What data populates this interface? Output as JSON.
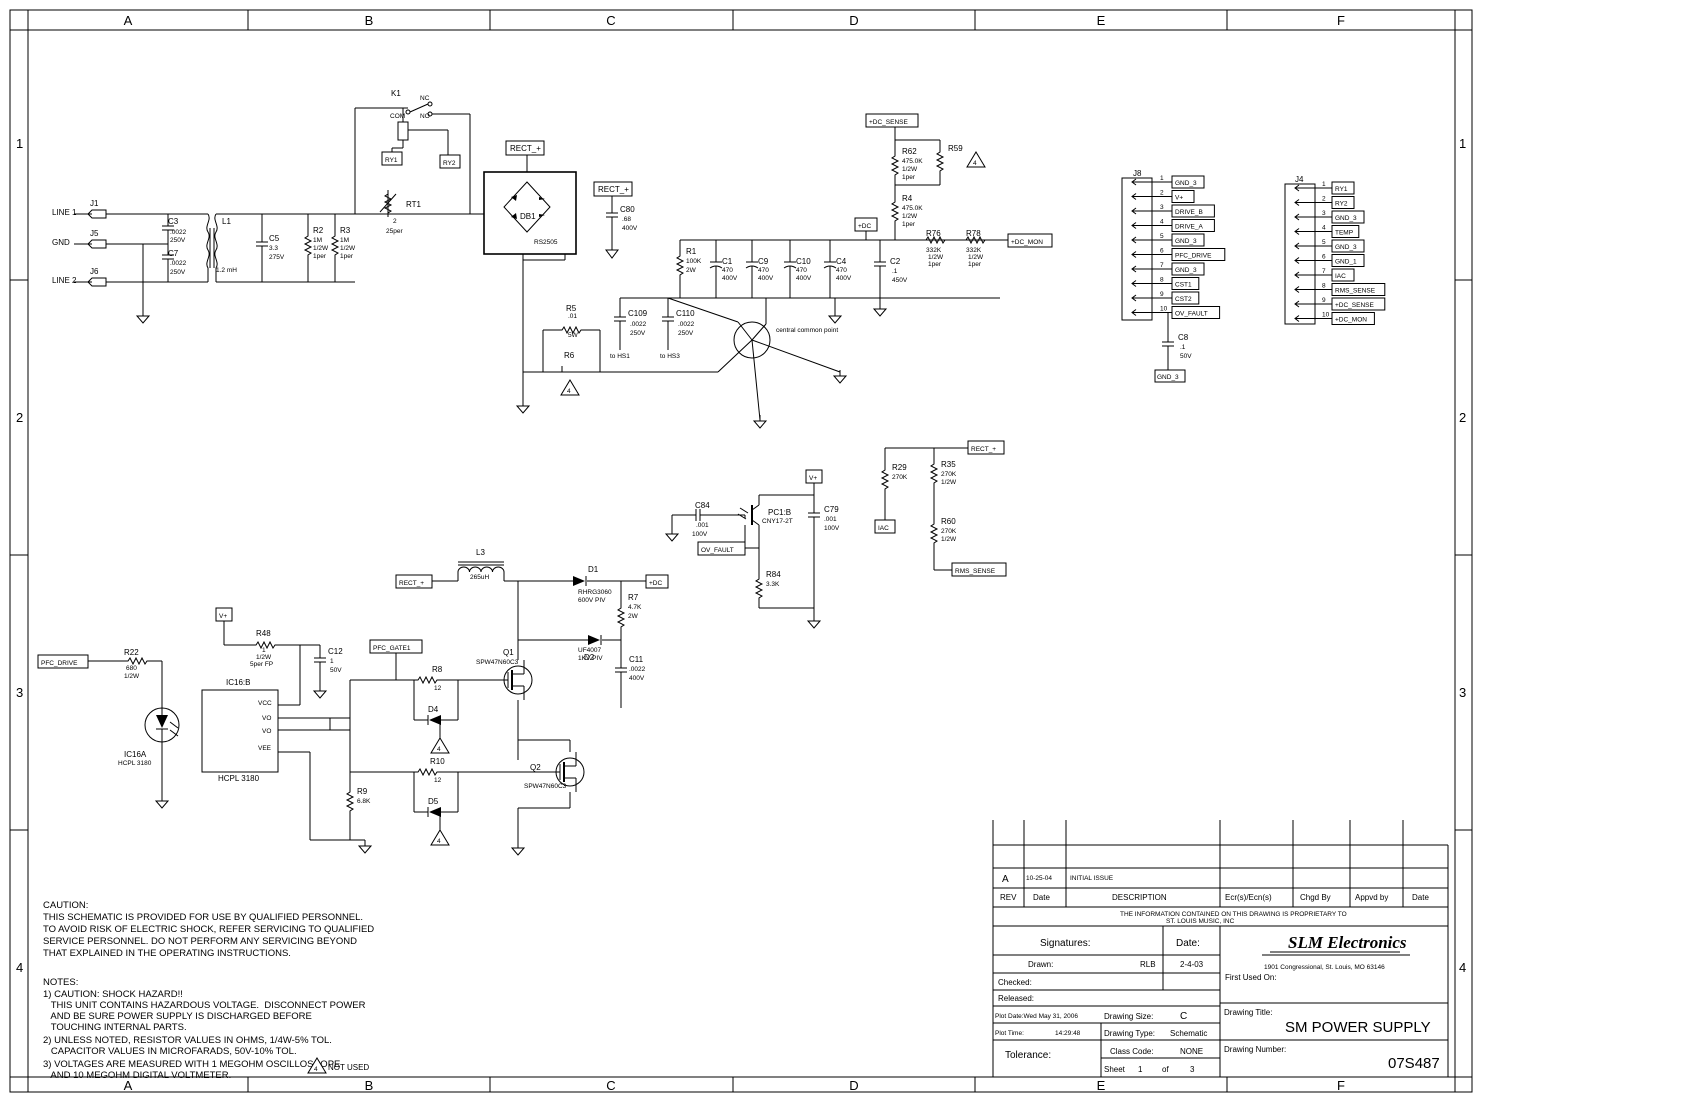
{
  "zones": {
    "cols": [
      "A",
      "B",
      "C",
      "D",
      "E",
      "F"
    ],
    "rows": [
      "1",
      "2",
      "3",
      "4"
    ]
  },
  "nets": {
    "rect_plus": "RECT_+",
    "dc_sense": "+DC_SENSE",
    "plus_dc": "+DC",
    "dc_mon": "+DC_MON",
    "v_plus": "V+",
    "ov_fault": "OV_FAULT",
    "pfc_drive": "PFC_DRIVE",
    "pfc_gate1": "PFC_GATE1",
    "iac": "IAC",
    "rms_sense": "RMS_SENSE",
    "ry1": "RY1",
    "ry2": "RY2",
    "gnd3": "GND_3"
  },
  "inputs": {
    "line1": "LINE 1",
    "gnd": "GND",
    "line2": "LINE 2"
  },
  "components": {
    "J1": {
      "ref": "J1"
    },
    "J5": {
      "ref": "J5"
    },
    "J6": {
      "ref": "J6"
    },
    "K1": {
      "ref": "K1",
      "nc": "NC",
      "com": "COM",
      "no": "NO"
    },
    "C3": {
      "ref": "C3",
      "v1": ".0022",
      "v2": "250V"
    },
    "C7": {
      "ref": "C7",
      "v1": ".0022",
      "v2": "250V"
    },
    "L1": {
      "ref": "L1",
      "v1": "1.2 mH"
    },
    "C5": {
      "ref": "C5",
      "v1": "3.3",
      "v2": "275V"
    },
    "R2": {
      "ref": "R2",
      "v1": "1M",
      "v2": "1/2W",
      "v3": "1per"
    },
    "R3": {
      "ref": "R3",
      "v1": "1M",
      "v2": "1/2W",
      "v3": "1per"
    },
    "RT1": {
      "ref": "RT1",
      "v1": "2",
      "v2": "25per"
    },
    "DB1": {
      "ref": "DB1",
      "v1": "RS2505"
    },
    "C80": {
      "ref": "C80",
      "v1": ".68",
      "v2": "400V"
    },
    "R5": {
      "ref": "R5",
      "v1": ".01",
      "v2": "5W"
    },
    "R6": {
      "ref": "R6"
    },
    "C109": {
      "ref": "C109",
      "v1": ".0022",
      "v2": "250V",
      "v3": "to HS1"
    },
    "C110": {
      "ref": "C110",
      "v1": ".0022",
      "v2": "250V",
      "v3": "to HS3"
    },
    "R1": {
      "ref": "R1",
      "v1": "100K",
      "v2": "2W"
    },
    "C1": {
      "ref": "C1",
      "v1": "470",
      "v2": "400V"
    },
    "C9": {
      "ref": "C9",
      "v1": "470",
      "v2": "400V"
    },
    "C10": {
      "ref": "C10",
      "v1": "470",
      "v2": "400V"
    },
    "C4": {
      "ref": "C4",
      "v1": "470",
      "v2": "400V"
    },
    "C2": {
      "ref": "C2",
      "v1": ".1",
      "v2": "450V"
    },
    "R62": {
      "ref": "R62",
      "v1": "475.0K",
      "v2": "1/2W",
      "v3": "1per"
    },
    "R59": {
      "ref": "R59"
    },
    "R4": {
      "ref": "R4",
      "v1": "475.0K",
      "v2": "1/2W",
      "v3": "1per"
    },
    "R76": {
      "ref": "R76",
      "v1": "332K",
      "v2": "1/2W",
      "v3": "1per"
    },
    "R78": {
      "ref": "R78",
      "v1": "332K",
      "v2": "1/2W",
      "v3": "1per"
    },
    "central": "central common point",
    "J8": {
      "ref": "J8"
    },
    "C8": {
      "ref": "C8",
      "v1": ".1",
      "v2": "50V"
    },
    "J4": {
      "ref": "J4"
    },
    "R29": {
      "ref": "R29",
      "v1": "270K"
    },
    "R35": {
      "ref": "R35",
      "v1": "270K",
      "v2": "1/2W"
    },
    "R60": {
      "ref": "R60",
      "v1": "270K",
      "v2": "1/2W"
    },
    "C84": {
      "ref": "C84",
      "v1": ".001",
      "v2": "100V"
    },
    "PC1": {
      "ref": "PC1:B",
      "v1": "CNY17-2T"
    },
    "C79": {
      "ref": "C79",
      "v1": ".001",
      "v2": "100V"
    },
    "R84": {
      "ref": "R84",
      "v1": "3.3K"
    },
    "L3": {
      "ref": "L3",
      "v1": "265uH"
    },
    "D1": {
      "ref": "D1",
      "v1": "RHRG3060",
      "v2": "600V PIV"
    },
    "R7": {
      "ref": "R7",
      "v1": "4.7K",
      "v2": "2W"
    },
    "D2": {
      "ref": "D2",
      "v1": "UF4007",
      "v2": "1KV PIV"
    },
    "C11": {
      "ref": "C11",
      "v1": ".0022",
      "v2": "400V"
    },
    "Q1": {
      "ref": "Q1",
      "v1": "SPW47N60C3"
    },
    "Q2": {
      "ref": "Q2",
      "v1": "SPW47N60C3"
    },
    "R8": {
      "ref": "R8",
      "v1": "12"
    },
    "R10": {
      "ref": "R10",
      "v1": "12"
    },
    "D4": {
      "ref": "D4"
    },
    "D5": {
      "ref": "D5"
    },
    "R9": {
      "ref": "R9",
      "v1": "6.8K"
    },
    "R48": {
      "ref": "R48",
      "v1": "1",
      "v2": "1/2W",
      "v3": "5per FP"
    },
    "C12": {
      "ref": "C12",
      "v1": "1",
      "v2": "50V"
    },
    "IC16B": {
      "ref": "IC16:B",
      "part": "HCPL 3180",
      "vcc": "VCC",
      "vo": "VO",
      "vee": "VEE"
    },
    "R22": {
      "ref": "R22",
      "v1": "680",
      "v2": "1/2W"
    },
    "IC16A": {
      "ref": "IC16A",
      "v1": "HCPL 3180"
    }
  },
  "j8_pins": [
    {
      "num": "1",
      "net": "GND_3"
    },
    {
      "num": "2",
      "net": "V+"
    },
    {
      "num": "3",
      "net": "DRIVE_B"
    },
    {
      "num": "4",
      "net": "DRIVE_A"
    },
    {
      "num": "5",
      "net": "GND_3"
    },
    {
      "num": "6",
      "net": "PFC_DRIVE"
    },
    {
      "num": "7",
      "net": "GND_3"
    },
    {
      "num": "8",
      "net": "CST1"
    },
    {
      "num": "9",
      "net": "CST2"
    },
    {
      "num": "10",
      "net": "OV_FAULT"
    }
  ],
  "j4_pins": [
    {
      "num": "1",
      "net": "RY1"
    },
    {
      "num": "2",
      "net": "RY2"
    },
    {
      "num": "3",
      "net": "GND_3"
    },
    {
      "num": "4",
      "net": "TEMP"
    },
    {
      "num": "5",
      "net": "GND_3"
    },
    {
      "num": "6",
      "net": "GND_1"
    },
    {
      "num": "7",
      "net": "IAC"
    },
    {
      "num": "8",
      "net": "RMS_SENSE"
    },
    {
      "num": "9",
      "net": "+DC_SENSE"
    },
    {
      "num": "10",
      "net": "+DC_MON"
    }
  ],
  "notes": {
    "caution_title": "CAUTION:",
    "caution": [
      "THIS SCHEMATIC IS PROVIDED FOR USE BY QUALIFIED PERSONNEL.",
      "TO AVOID RISK OF ELECTRIC SHOCK, REFER SERVICING TO QUALIFIED",
      "SERVICE PERSONNEL.  DO NOT PERFORM ANY SERVICING BEYOND",
      "THAT EXPLAINED IN THE OPERATING INSTRUCTIONS."
    ],
    "notes_title": "NOTES:",
    "notes": [
      "1) CAUTION: SHOCK HAZARD!!",
      "   THIS UNIT CONTAINS HAZARDOUS VOLTAGE.  DISCONNECT POWER",
      "   AND BE SURE POWER SUPPLY IS DISCHARGED BEFORE",
      "   TOUCHING INTERNAL PARTS.",
      "2) UNLESS NOTED, RESISTOR VALUES IN OHMS, 1/4W-5% TOL.",
      "   CAPACITOR VALUES IN MICROFARADS, 50V-10% TOL.",
      "3) VOLTAGES ARE MEASURED WITH 1 MEGOHM OSCILLOSCOPE",
      "   AND 10 MEGOHM DIGITAL VOLTMETER."
    ],
    "not_used": "NOT USED",
    "flag4": "4"
  },
  "title_block": {
    "rev_letter": "A",
    "rev_date": "10-25-04",
    "rev_desc": "INITIAL ISSUE",
    "hdr_rev": "REV",
    "hdr_date": "Date",
    "hdr_desc": "DESCRIPTION",
    "hdr_ecr": "Ecr(s)/Ecn(s)",
    "hdr_chgd": "Chgd By",
    "hdr_appvd": "Appvd by",
    "hdr_date2": "Date",
    "proprietary1": "THE INFORMATION CONTAINED ON THIS DRAWING IS PROPRIETARY TO",
    "proprietary2": "ST. LOUIS MUSIC, INC",
    "signatures": "Signatures:",
    "date_hdr": "Date:",
    "drawn": "Drawn:",
    "drawn_by": "RLB",
    "drawn_date": "2-4-03",
    "checked": "Checked:",
    "released": "Released:",
    "company_logo": "SLM Electronics",
    "address": "1901 Congressional, St. Louis, MO 63146",
    "first_used": "First Used On:",
    "plot_date": "Plot Date:Wed May 31, 2006",
    "plot_time_label": "Plot Time:",
    "plot_time": "14:29:48",
    "drawing_size_label": "Drawing Size:",
    "drawing_size": "C",
    "drawing_type_label": "Drawing Type:",
    "drawing_type": "Schematic",
    "tolerance": "Tolerance:",
    "class_code_label": "Class Code:",
    "class_code": "NONE",
    "sheet_label": "Sheet",
    "sheet_num": "1",
    "of_label": "of",
    "sheet_total": "3",
    "drawing_title_label": "Drawing Title:",
    "drawing_title": "SM POWER SUPPLY",
    "drawing_number_label": "Drawing Number:",
    "drawing_number": "07S487"
  }
}
